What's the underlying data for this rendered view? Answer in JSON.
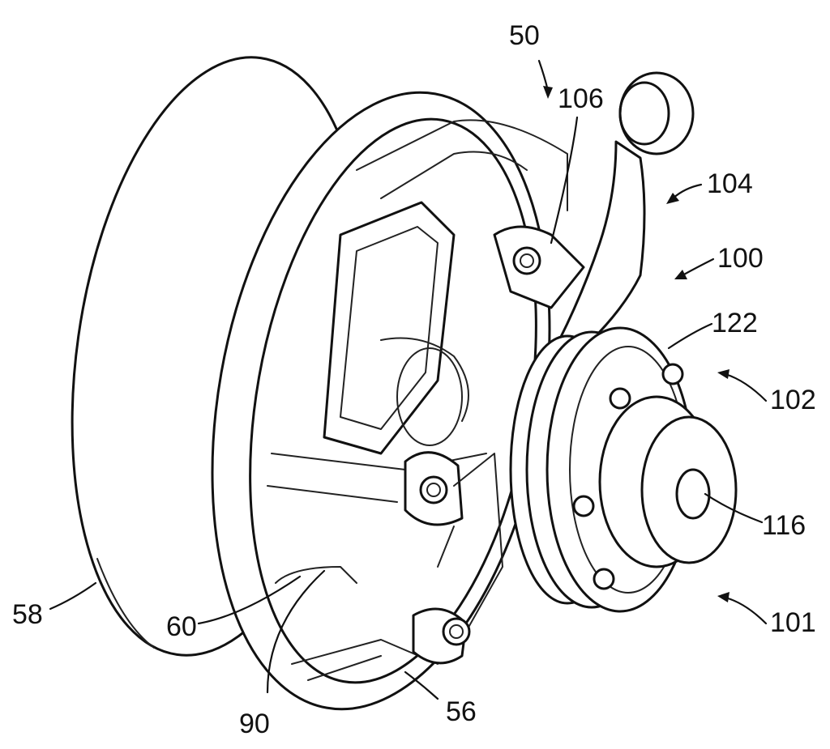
{
  "figure": {
    "reference_numerals": {
      "r50": "50",
      "r106": "106",
      "r104": "104",
      "r100": "100",
      "r122": "122",
      "r102": "102",
      "r116": "116",
      "r101": "101",
      "r58": "58",
      "r60": "60",
      "r90": "90",
      "r56": "56"
    }
  }
}
